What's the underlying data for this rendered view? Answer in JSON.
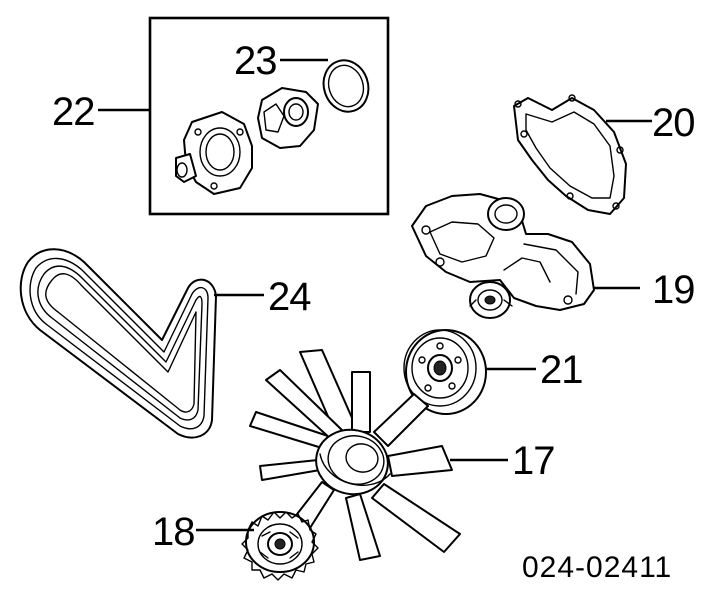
{
  "diagram": {
    "callouts": {
      "c22": "22",
      "c23": "23",
      "c20": "20",
      "c19": "19",
      "c24": "24",
      "c21": "21",
      "c17": "17",
      "c18": "18"
    },
    "reference_number": "024-02411"
  }
}
